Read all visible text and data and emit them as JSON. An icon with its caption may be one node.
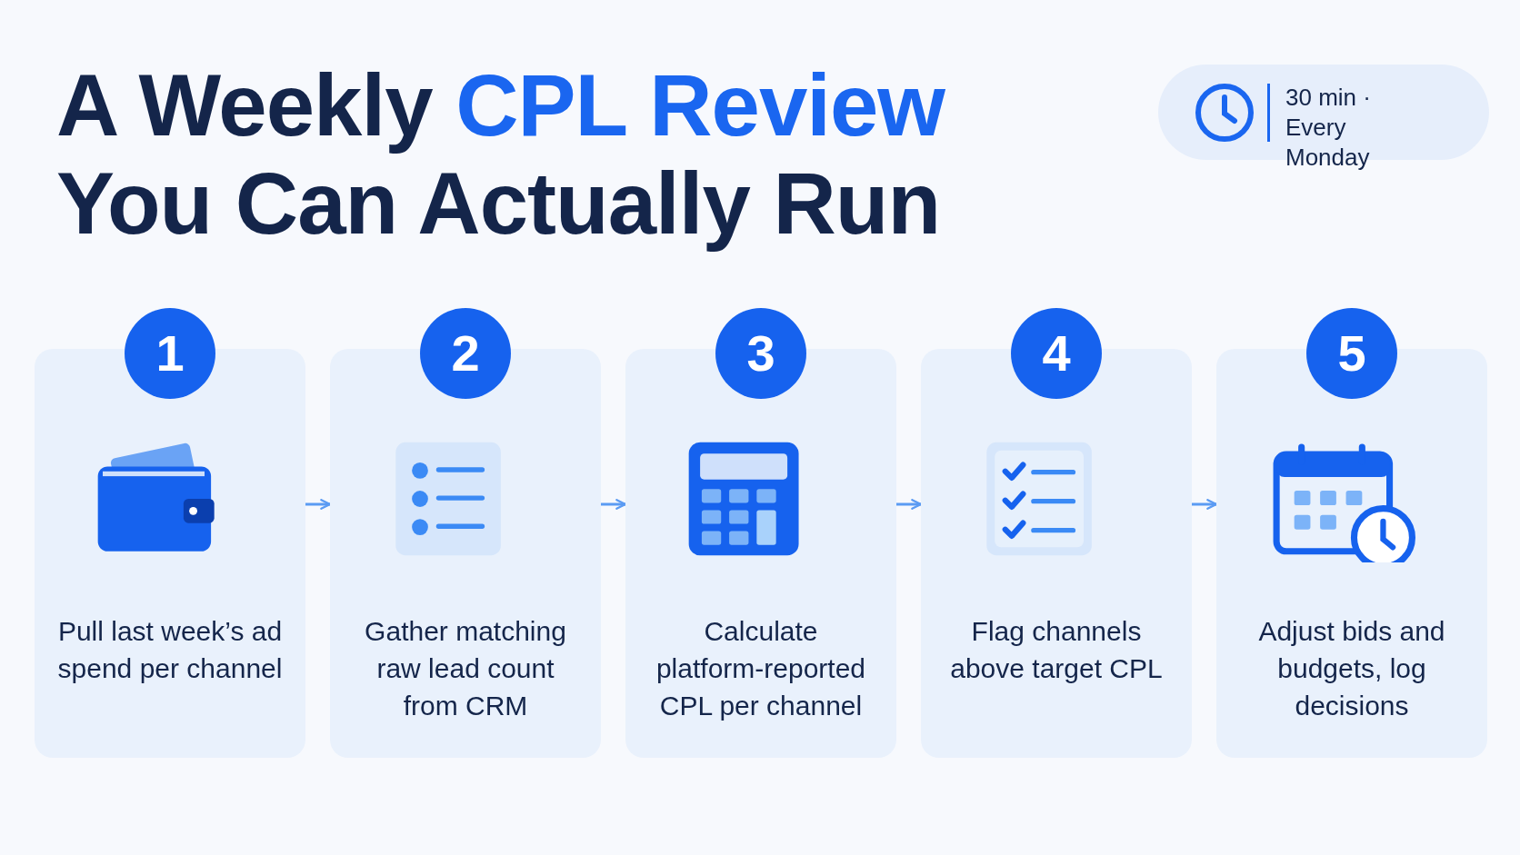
{
  "diagram": {
    "title": "A Weekly CPL Review You Can Actually Run",
    "nodes": [
      {
        "text": [
          "1",
          "Pull last week’s ad spend per channel"
        ]
      },
      {
        "text": [
          "2",
          "Gather matching raw lead count from CRM"
        ]
      },
      {
        "text": [
          "3",
          "Calculate platform-reported CPL per channel"
        ]
      },
      {
        "text": [
          "4",
          "Flag channels above target CPL"
        ]
      },
      {
        "text": [
          "5",
          "Adjust bids and budgets, log decisions"
        ]
      }
    ],
    "edges": [
      {
        "from": 0,
        "to": 1,
        "arrow": "to"
      },
      {
        "from": 1,
        "to": 2,
        "arrow": "to"
      },
      {
        "from": 2,
        "to": 3,
        "arrow": "to"
      },
      {
        "from": 3,
        "to": 4,
        "arrow": "to"
      }
    ],
    "labels": [
      "30 min · Every Monday"
    ]
  }
}
